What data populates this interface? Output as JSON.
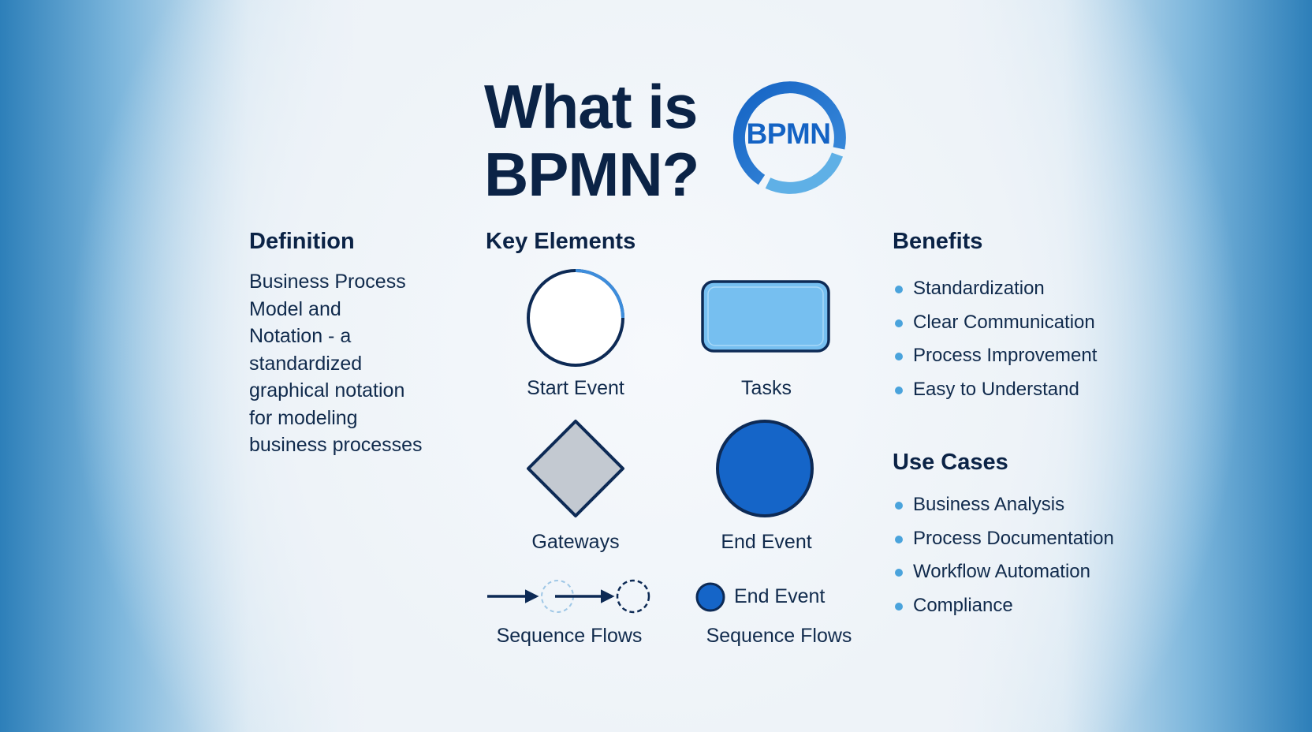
{
  "title": {
    "line1": "What is",
    "line2": "BPMN?"
  },
  "logo": {
    "text": "BPMN",
    "colors": {
      "dark": "#1463c4",
      "light": "#5fb0e6"
    }
  },
  "definition": {
    "heading": "Definition",
    "lines": [
      "Business Process",
      "Model and",
      "Notation - a",
      "standardized",
      "graphical notation",
      "for modeling",
      "business processes"
    ]
  },
  "key_elements": {
    "heading": "Key Elements",
    "start_event": "Start Event",
    "tasks": "Tasks",
    "gateways": "Gateways",
    "end_event": "End Event",
    "sequence_flows": "Sequence Flows",
    "legend_end_event": "End Event",
    "sequence_flows_2": "Sequence Flows",
    "colors": {
      "outline": "#0d2a55",
      "task_fill": "#76bff0",
      "gateway_fill": "#c3c9d1",
      "end_fill": "#1565c8"
    }
  },
  "benefits": {
    "heading": "Benefits",
    "items": [
      "Standardization",
      "Clear Communication",
      "Process Improvement",
      "Easy to Understand"
    ]
  },
  "use_cases": {
    "heading": "Use Cases",
    "items": [
      "Business Analysis",
      "Process Documentation",
      "Workflow Automation",
      "Compliance"
    ]
  }
}
